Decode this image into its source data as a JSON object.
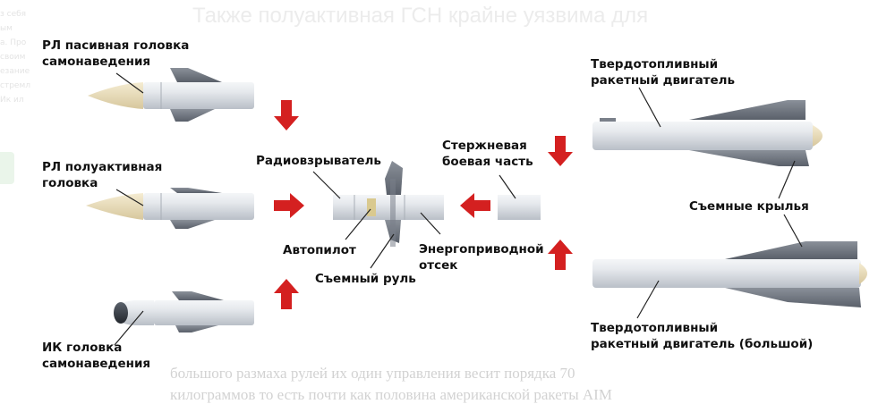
{
  "background": {
    "heading": "Также полуактивная ГСН крайне уязвима для",
    "side_lines": [
      "з себя",
      "ым",
      "а. Про",
      "своим",
      "езание",
      "стремл",
      "Ик ил"
    ],
    "footer_line_1": "большого размаха рулей их один управления весит порядка 70",
    "footer_line_2": "килограммов то есть почти как половина американской ракеты AIM"
  },
  "labels": {
    "rl_passive": [
      "РЛ пасивная головка",
      "самонаведения"
    ],
    "rl_semiactive": [
      "РЛ полуактивная",
      "головка"
    ],
    "ir_seeker": [
      "ИК головка",
      "самонаведения"
    ],
    "radio_fuze": "Радиовзрыватель",
    "autopilot": "Автопилот",
    "rudder": "Съемный руль",
    "rod_warhead": [
      "Стержневая",
      "боевая часть"
    ],
    "power_section": [
      "Энергоприводной",
      "отсек"
    ],
    "motor": [
      "Твердотопливный",
      "ракетный двигатель"
    ],
    "wings": "Съемные крылья",
    "motor_large": [
      "Твердотопливный",
      "ракетный двигатель (большой)"
    ]
  },
  "colors": {
    "arrow": "#d42020",
    "body": "#dfe3e8",
    "fin": "#6a7079",
    "nose_radar": "#e9dcb8",
    "nose_ir": "#3b4048"
  }
}
